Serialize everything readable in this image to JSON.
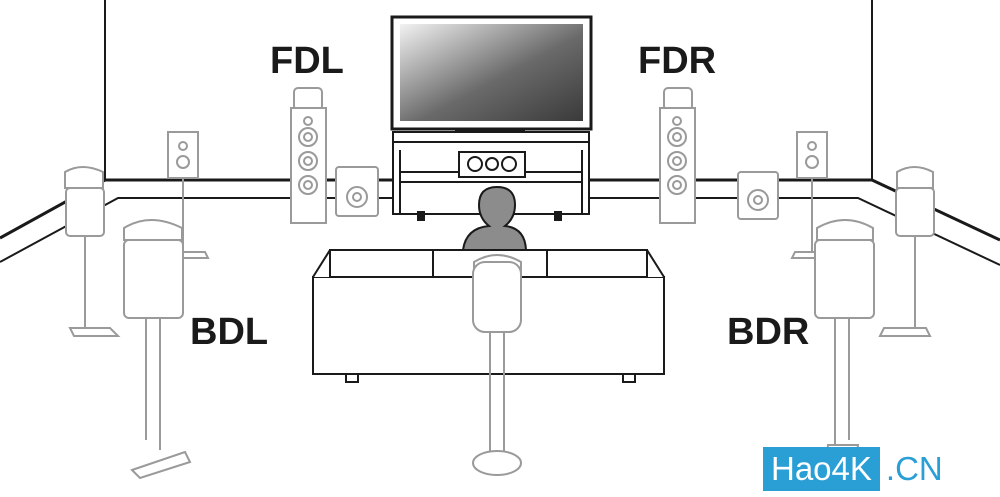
{
  "labels": {
    "front_dolby_left": "FDL",
    "front_dolby_right": "FDR",
    "back_dolby_left": "BDL",
    "back_dolby_right": "BDR"
  },
  "watermark": {
    "part1": "Hao4K",
    "part2": ".CN"
  },
  "colors": {
    "line": "#1a1a1a",
    "speaker_grey": "#b5b5b5",
    "person": "#8c8c8c",
    "watermark": "#2a9fd6"
  }
}
